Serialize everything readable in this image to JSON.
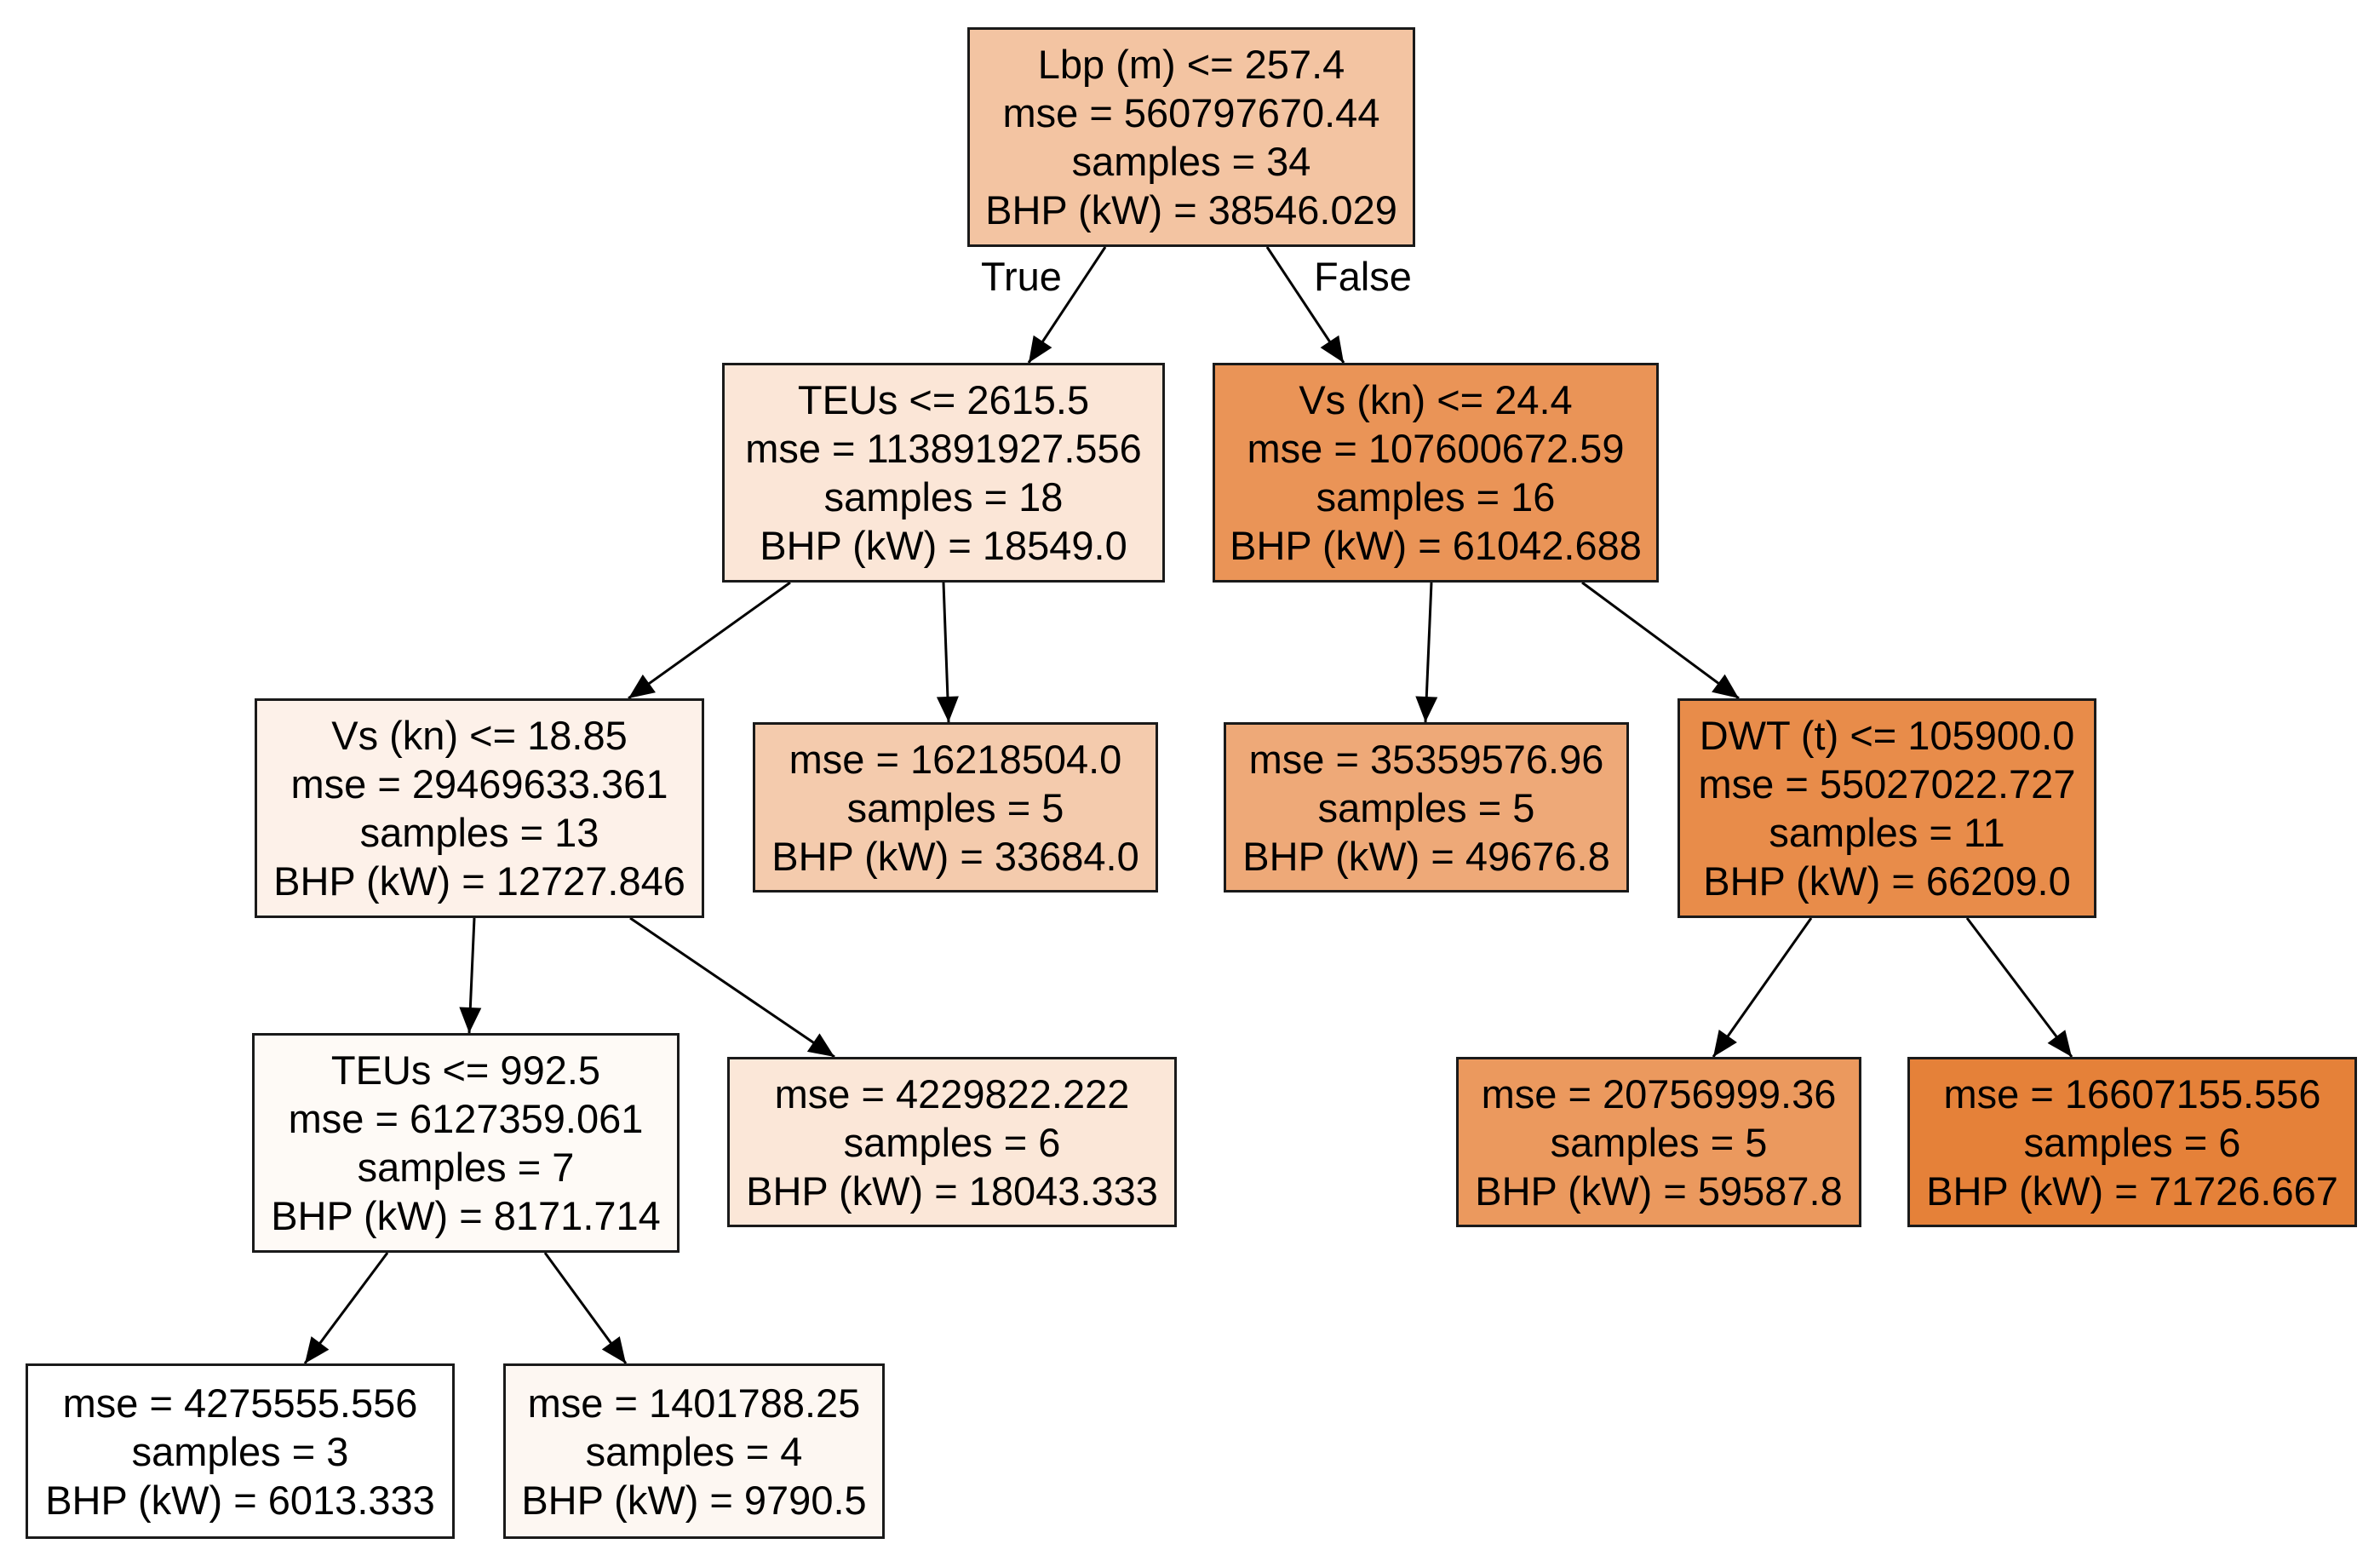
{
  "edge_labels": {
    "true": "True",
    "false": "False"
  },
  "colors": {
    "node_border": "#1a1a1a",
    "edge": "#000000",
    "background": "#ffffff"
  },
  "nodes": [
    {
      "id": "n0",
      "lines": [
        "Lbp (m) <= 257.4",
        "mse = 560797670.44",
        "samples = 34",
        "BHP (kW) = 38546.029"
      ],
      "fill": "#f3c4a2"
    },
    {
      "id": "n1",
      "lines": [
        "TEUs <= 2615.5",
        "mse = 113891927.556",
        "samples = 18",
        "BHP (kW) = 18549.0"
      ],
      "fill": "#fbe6d7"
    },
    {
      "id": "n2",
      "lines": [
        "Vs (kn) <= 24.4",
        "mse = 107600672.59",
        "samples = 16",
        "BHP (kW) = 61042.688"
      ],
      "fill": "#ea9457"
    },
    {
      "id": "n3",
      "lines": [
        "Vs (kn) <= 18.85",
        "mse = 29469633.361",
        "samples = 13",
        "BHP (kW) = 12727.846"
      ],
      "fill": "#fdf1e9"
    },
    {
      "id": "n4",
      "lines": [
        "mse = 16218504.0",
        "samples = 5",
        "BHP (kW) = 33684.0"
      ],
      "fill": "#f4cbad"
    },
    {
      "id": "n5",
      "lines": [
        "mse = 35359576.96",
        "samples = 5",
        "BHP (kW) = 49676.8"
      ],
      "fill": "#eea978"
    },
    {
      "id": "n6",
      "lines": [
        "DWT (t) <= 105900.0",
        "mse = 55027022.727",
        "samples = 11",
        "BHP (kW) = 66209.0"
      ],
      "fill": "#e88c4a"
    },
    {
      "id": "n7",
      "lines": [
        "TEUs <= 992.5",
        "mse = 6127359.061",
        "samples = 7",
        "BHP (kW) = 8171.714"
      ],
      "fill": "#fefaf6"
    },
    {
      "id": "n8",
      "lines": [
        "mse = 4229822.222",
        "samples = 6",
        "BHP (kW) = 18043.333"
      ],
      "fill": "#fbe7d8"
    },
    {
      "id": "n9",
      "lines": [
        "mse = 20756999.36",
        "samples = 5",
        "BHP (kW) = 59587.8"
      ],
      "fill": "#eb995e"
    },
    {
      "id": "n10",
      "lines": [
        "mse = 16607155.556",
        "samples = 6",
        "BHP (kW) = 71726.667"
      ],
      "fill": "#e58139"
    },
    {
      "id": "n11",
      "lines": [
        "mse = 4275555.556",
        "samples = 3",
        "BHP (kW) = 6013.333"
      ],
      "fill": "#ffffff"
    },
    {
      "id": "n12",
      "lines": [
        "mse = 1401788.25",
        "samples = 4",
        "BHP (kW) = 9790.5"
      ],
      "fill": "#fdf7f2"
    }
  ],
  "edges": [
    {
      "from": "n0",
      "to": "n1",
      "label": "true"
    },
    {
      "from": "n0",
      "to": "n2",
      "label": "false"
    },
    {
      "from": "n1",
      "to": "n3"
    },
    {
      "from": "n1",
      "to": "n4"
    },
    {
      "from": "n2",
      "to": "n5"
    },
    {
      "from": "n2",
      "to": "n6"
    },
    {
      "from": "n3",
      "to": "n7"
    },
    {
      "from": "n3",
      "to": "n8"
    },
    {
      "from": "n6",
      "to": "n9"
    },
    {
      "from": "n6",
      "to": "n10"
    },
    {
      "from": "n7",
      "to": "n11"
    },
    {
      "from": "n7",
      "to": "n12"
    }
  ]
}
